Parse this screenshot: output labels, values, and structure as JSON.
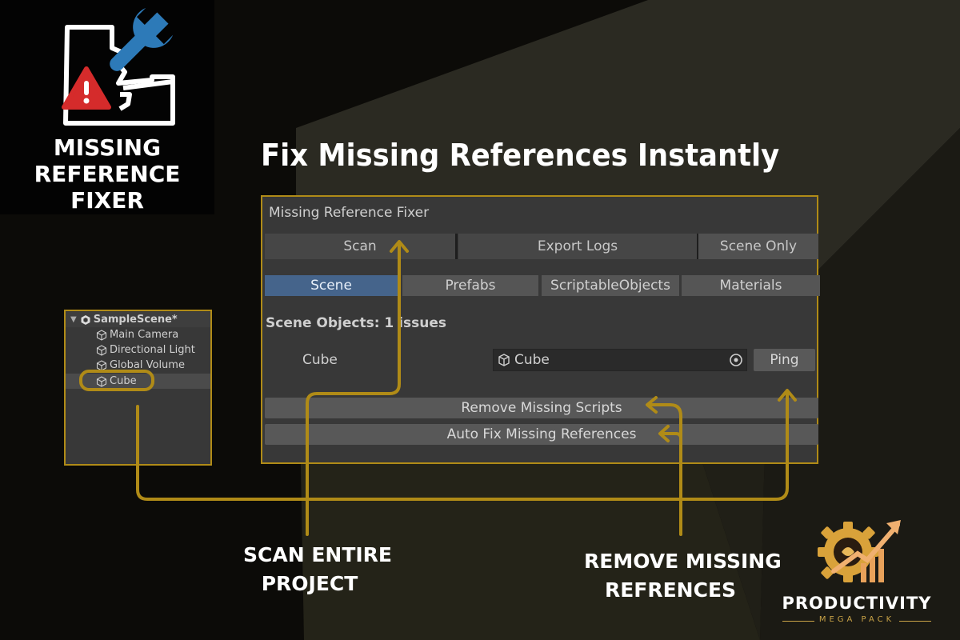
{
  "logo": {
    "lines": [
      "MISSING",
      "REFERENCE",
      "FIXER"
    ]
  },
  "headline": "Fix Missing References Instantly",
  "panel": {
    "title": "Missing Reference Fixer",
    "toolbar": {
      "scan": "Scan",
      "export_logs": "Export Logs",
      "scene_only": "Scene Only"
    },
    "tabs": [
      {
        "label": "Scene",
        "active": true
      },
      {
        "label": "Prefabs",
        "active": false
      },
      {
        "label": "ScriptableObjects",
        "active": false
      },
      {
        "label": "Materials",
        "active": false
      }
    ],
    "section_title": "Scene Objects: 1 issues",
    "issue_row": {
      "label": "Cube",
      "field_value": "Cube",
      "ping": "Ping"
    },
    "remove_missing_scripts": "Remove Missing Scripts",
    "auto_fix": "Auto Fix Missing References"
  },
  "hierarchy": {
    "scene": "SampleScene*",
    "items": [
      "Main Camera",
      "Directional Light",
      "Global Volume",
      "Cube"
    ],
    "selected": "Cube"
  },
  "callouts": {
    "scan_line1": "SCAN ENTIRE",
    "scan_line2": "PROJECT",
    "remove_line1": "REMOVE MISSING",
    "remove_line2": "REFRENCES"
  },
  "brand": {
    "name": "PRODUCTIVITY",
    "sub": "MEGA PACK"
  },
  "colors": {
    "accent": "#b08b17",
    "tab_active": "#45648b",
    "panel_bg": "#383838",
    "warning_red": "#d52b2b",
    "wrench_blue": "#2d7ab8"
  },
  "icons": {
    "logo_warning": "warning-triangle-icon",
    "logo_wrench": "wrench-icon",
    "object_picker": "object-picker-icon",
    "game_object": "cube-icon",
    "unity_scene": "unity-scene-icon",
    "brand": "gear-chart-icon"
  }
}
